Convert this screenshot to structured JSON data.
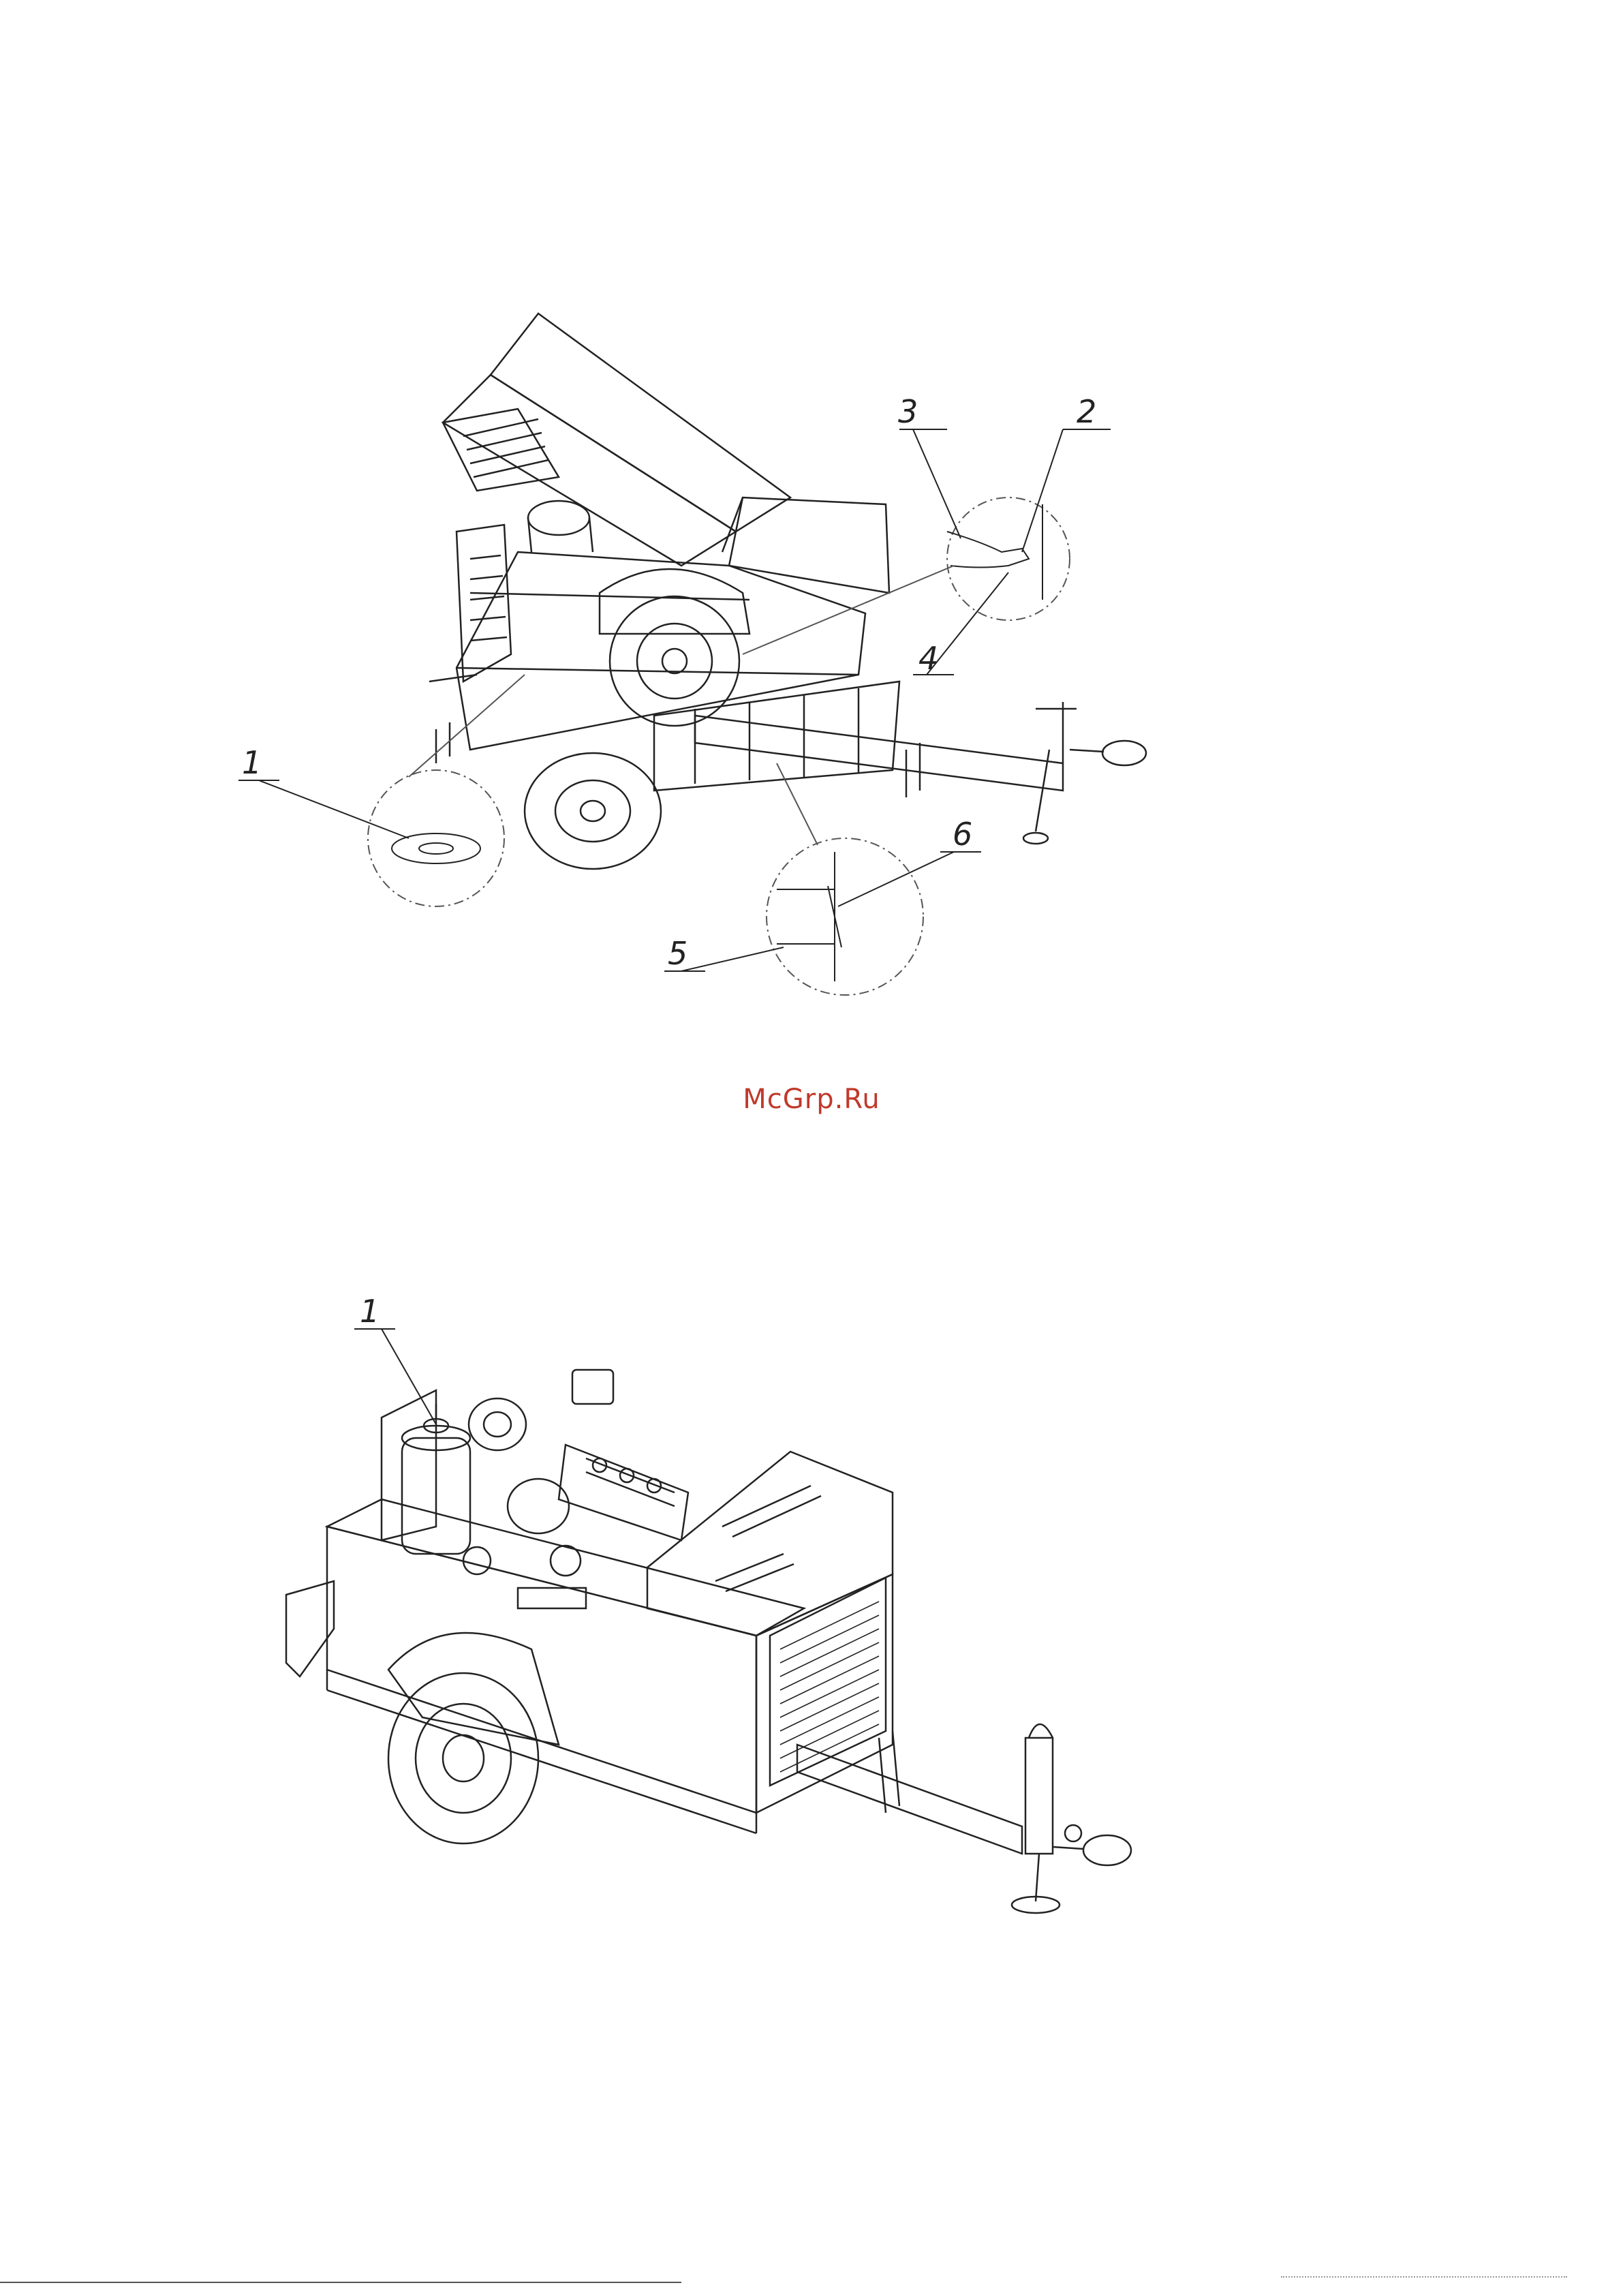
{
  "watermark": {
    "text": "McGrp.Ru",
    "color": "#c0392b"
  },
  "figure_top": {
    "callouts": [
      "1",
      "2",
      "3",
      "4",
      "5",
      "6"
    ]
  },
  "figure_bottom": {
    "callouts": [
      "1"
    ]
  },
  "colors": {
    "line": "#222222",
    "detail_circle": "#555555"
  }
}
